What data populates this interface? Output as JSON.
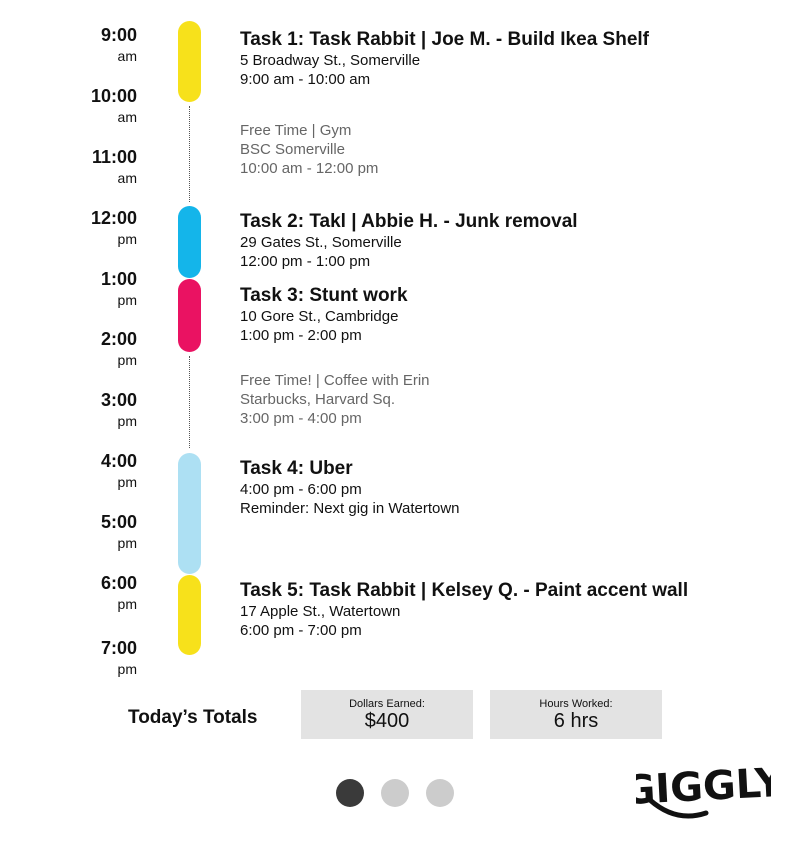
{
  "times": [
    {
      "hour": "9:00",
      "meridiem": "am"
    },
    {
      "hour": "10:00",
      "meridiem": "am"
    },
    {
      "hour": "11:00",
      "meridiem": "am"
    },
    {
      "hour": "12:00",
      "meridiem": "pm"
    },
    {
      "hour": "1:00",
      "meridiem": "pm"
    },
    {
      "hour": "2:00",
      "meridiem": "pm"
    },
    {
      "hour": "3:00",
      "meridiem": "pm"
    },
    {
      "hour": "4:00",
      "meridiem": "pm"
    },
    {
      "hour": "5:00",
      "meridiem": "pm"
    },
    {
      "hour": "6:00",
      "meridiem": "pm"
    },
    {
      "hour": "7:00",
      "meridiem": "pm"
    }
  ],
  "colors": {
    "yellow": "#f7e11b",
    "blue": "#14b5ea",
    "pink": "#ea1262",
    "lightblue": "#ade0f3"
  },
  "events": [
    {
      "title": "Task 1: Task Rabbit | Joe M. - Build Ikea Shelf",
      "line1": "5 Broadway St., Somerville",
      "line2": "9:00 am - 10:00 am"
    },
    {
      "line0": "Free Time | Gym",
      "line1": "BSC Somerville",
      "line2": "10:00 am - 12:00 pm"
    },
    {
      "title": "Task 2: Takl | Abbie H. - Junk removal",
      "line1": "29 Gates St., Somerville",
      "line2": "12:00 pm - 1:00 pm"
    },
    {
      "title": "Task 3: Stunt work",
      "line1": "10 Gore St., Cambridge",
      "line2": "1:00 pm - 2:00 pm"
    },
    {
      "line0": "Free Time! | Coffee with Erin",
      "line1": "Starbucks, Harvard Sq.",
      "line2": "3:00 pm - 4:00 pm"
    },
    {
      "title": "Task 4: Uber",
      "line1": "4:00 pm - 6:00 pm",
      "line2": "Reminder: Next gig in Watertown"
    },
    {
      "title": "Task 5: Task Rabbit | Kelsey Q. - Paint accent wall",
      "line1": "17 Apple St., Watertown",
      "line2": "6:00 pm - 7:00 pm"
    }
  ],
  "totals": {
    "label": "Today’s Totals",
    "dollars_label": "Dollars Earned:",
    "dollars_value": "$400",
    "hours_label": "Hours Worked:",
    "hours_value": "6 hrs"
  },
  "pager": {
    "active_index": 0,
    "count": 3
  },
  "logo": {
    "text": "GIGGLY"
  }
}
